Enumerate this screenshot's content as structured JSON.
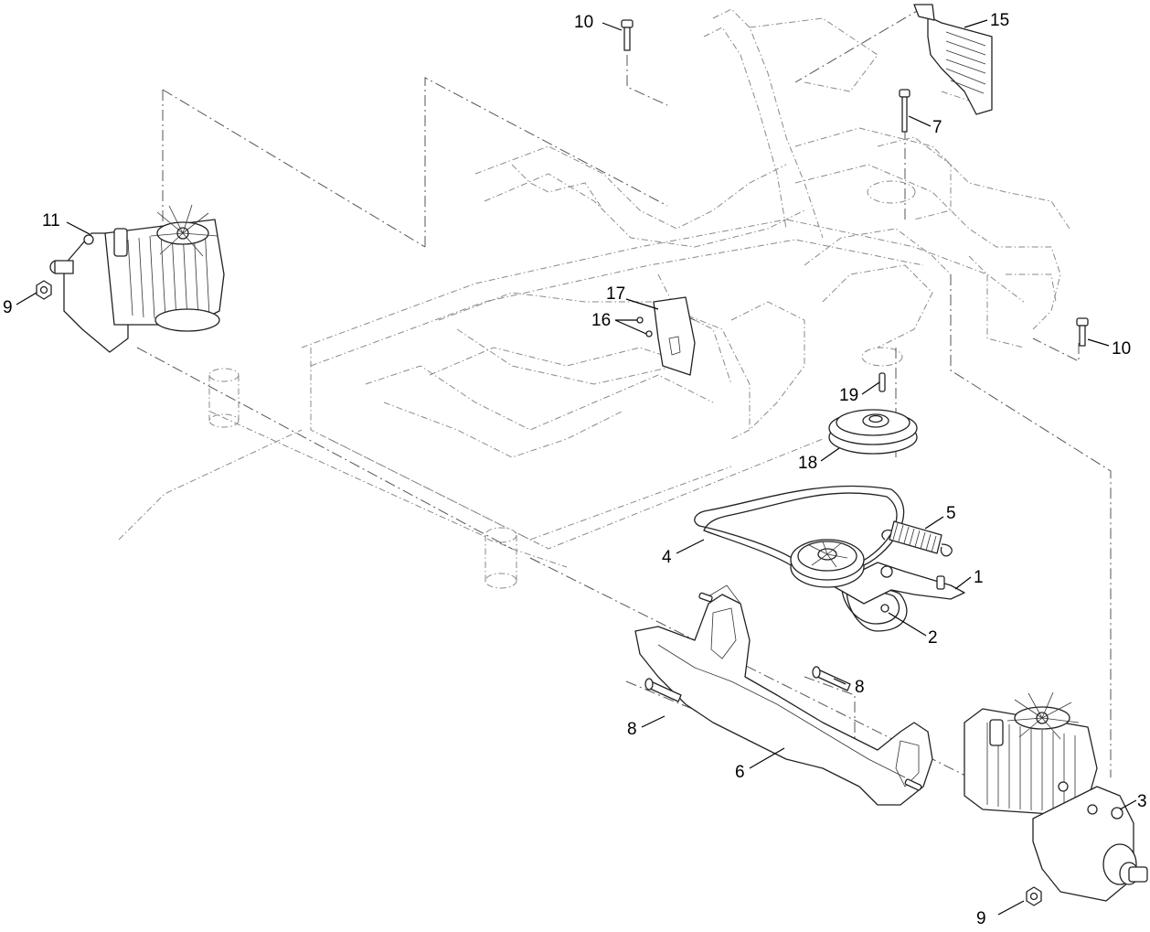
{
  "callouts": {
    "c1": "1",
    "c2": "2",
    "c3": "3",
    "c4": "4",
    "c5": "5",
    "c6": "6",
    "c7": "7",
    "c8a": "8",
    "c8b": "8",
    "c9a": "9",
    "c9b": "9",
    "c10a": "10",
    "c10b": "10",
    "c11": "11",
    "c15": "15",
    "c16": "16",
    "c17": "17",
    "c18": "18",
    "c19": "19"
  }
}
